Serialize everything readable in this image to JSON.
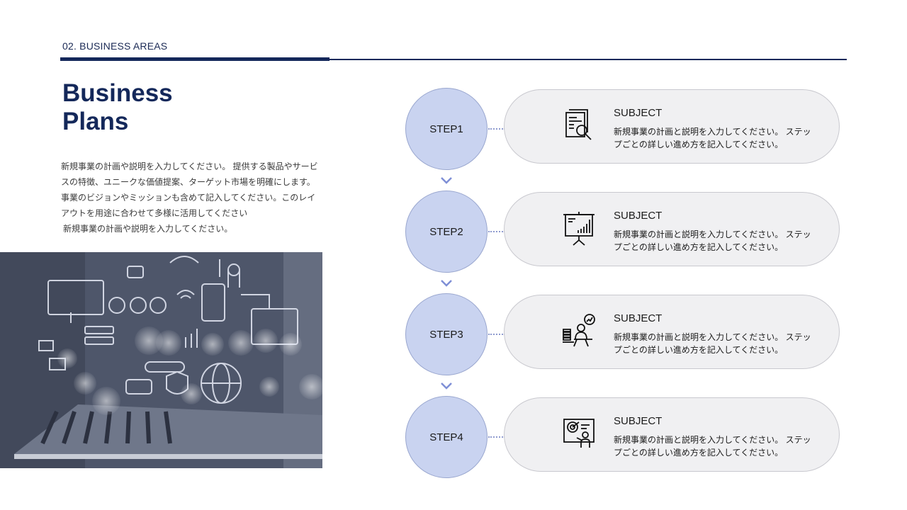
{
  "header": {
    "section_label": "02. BUSINESS AREAS"
  },
  "title": {
    "line1": "Business",
    "line2": "Plans"
  },
  "description": {
    "paragraph1": "新規事業の計画や説明を入力してください。 提供する製品やサービスの特徴、ユニークな価値提案、ターゲット市場を明確にします。事業のビジョンやミッションも含めて記入してください。このレイアウトを用途に合わせて多様に活用してください",
    "paragraph2": "新規事業の計画や説明を入力してください。"
  },
  "steps": [
    {
      "label": "STEP1",
      "title": "SUBJECT",
      "text": "新規事業の計画と説明を入力してください。 ステップごとの詳しい進め方を記入してください。",
      "icon": "document-search-icon"
    },
    {
      "label": "STEP2",
      "title": "SUBJECT",
      "text": "新規事業の計画と説明を入力してください。 ステップごとの詳しい進め方を記入してください。",
      "icon": "presentation-chart-icon"
    },
    {
      "label": "STEP3",
      "title": "SUBJECT",
      "text": "新規事業の計画と説明を入力してください。 ステップごとの詳しい進め方を記入してください。",
      "icon": "person-growth-icon"
    },
    {
      "label": "STEP4",
      "title": "SUBJECT",
      "text": "新規事業の計画と説明を入力してください。 ステップごとの詳しい進め方を記入してください。",
      "icon": "target-presenter-icon"
    }
  ],
  "colors": {
    "accent": "#14285a",
    "step_circle": "#c9d3f0",
    "card_bg": "#f0f0f2",
    "chevron": "#7f8fd6"
  }
}
